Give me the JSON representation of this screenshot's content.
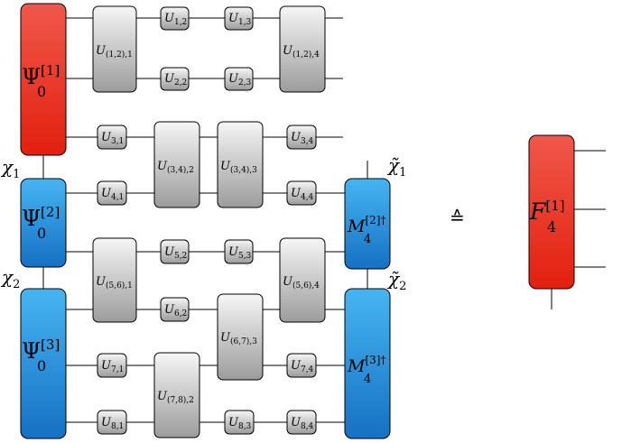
{
  "diagram": {
    "mps_tensors": [
      {
        "id": "psi1",
        "base": "Ψ",
        "sub": "0",
        "sup": "[1]",
        "color": "red"
      },
      {
        "id": "psi2",
        "base": "Ψ",
        "sub": "0",
        "sup": "[2]",
        "color": "blue"
      },
      {
        "id": "psi3",
        "base": "Ψ",
        "sub": "0",
        "sup": "[3]",
        "color": "blue"
      }
    ],
    "bond_labels": [
      {
        "id": "chi1",
        "base": "χ",
        "sub": "1"
      },
      {
        "id": "chi2",
        "base": "χ",
        "sub": "2"
      },
      {
        "id": "chit1",
        "base": "χ̃",
        "sub": "1"
      },
      {
        "id": "chit2",
        "base": "χ̃",
        "sub": "2"
      }
    ],
    "gates": [
      {
        "id": "U12_1",
        "sub": "(1,2),1"
      },
      {
        "id": "U1_2",
        "sub": "1,2"
      },
      {
        "id": "U1_3",
        "sub": "1,3"
      },
      {
        "id": "U12_4",
        "sub": "(1,2),4"
      },
      {
        "id": "U2_2",
        "sub": "2,2"
      },
      {
        "id": "U2_3",
        "sub": "2,3"
      },
      {
        "id": "U3_1",
        "sub": "3,1"
      },
      {
        "id": "U34_2",
        "sub": "(3,4),2"
      },
      {
        "id": "U34_3",
        "sub": "(3,4),3"
      },
      {
        "id": "U3_4",
        "sub": "3,4"
      },
      {
        "id": "U4_1",
        "sub": "4,1"
      },
      {
        "id": "U4_4",
        "sub": "4,4"
      },
      {
        "id": "U56_1",
        "sub": "(5,6),1"
      },
      {
        "id": "U5_2",
        "sub": "5,2"
      },
      {
        "id": "U5_3",
        "sub": "5,3"
      },
      {
        "id": "U56_4",
        "sub": "(5,6),4"
      },
      {
        "id": "U6_2",
        "sub": "6,2"
      },
      {
        "id": "U67_3",
        "sub": "(6,7),3"
      },
      {
        "id": "U7_1",
        "sub": "7,1"
      },
      {
        "id": "U7_4",
        "sub": "7,4"
      },
      {
        "id": "U78_2",
        "sub": "(7,8),2"
      },
      {
        "id": "U8_1",
        "sub": "8,1"
      },
      {
        "id": "U8_3",
        "sub": "8,3"
      },
      {
        "id": "U8_4",
        "sub": "8,4"
      }
    ],
    "gate_base": "U",
    "m_tensors": [
      {
        "id": "M2",
        "base": "M",
        "sub": "4",
        "sup": "[2]†",
        "color": "blue"
      },
      {
        "id": "M3",
        "base": "M",
        "sub": "4",
        "sup": "[3]†",
        "color": "blue"
      }
    ],
    "equals_symbol": "≙",
    "result_tensor": {
      "base": "F",
      "sub": "4",
      "sup": "[1]",
      "color": "red"
    }
  },
  "colors": {
    "red": "#e8321e",
    "blue": "#1f86d6",
    "gate_top": "#f4f4f4",
    "gate_bottom": "#9a9a9a",
    "line": "#000000"
  }
}
